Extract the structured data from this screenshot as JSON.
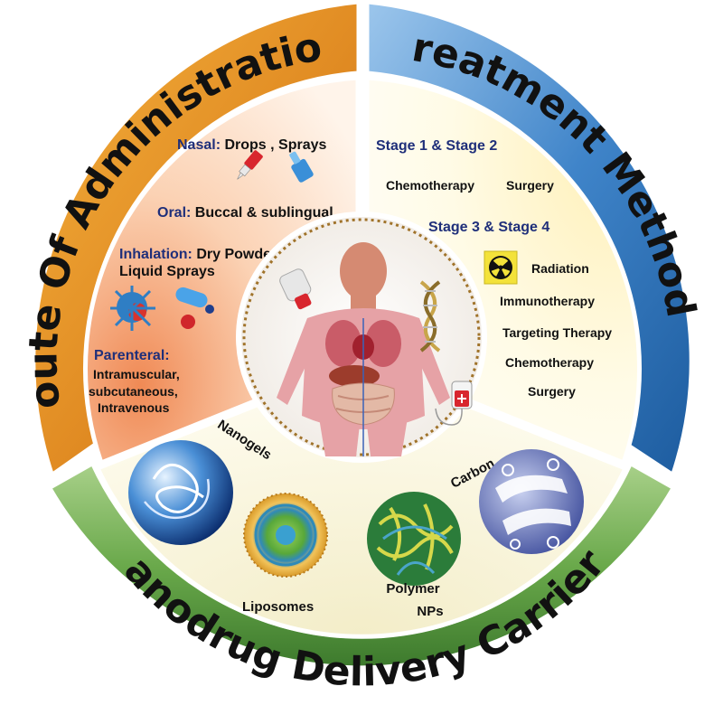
{
  "outer_ring": {
    "route": "Route Of Administration",
    "treatment": "Treatment Methods",
    "carriers": "Nanodrug Delivery Carriers"
  },
  "route_panel": {
    "nasal_head": "Nasal:",
    "nasal_rest": " Drops , Sprays",
    "oral_head": "Oral:",
    "oral_rest": " Buccal &  sublingual",
    "inhalation_head": "Inhalation:",
    "inhalation_rest": " Dry Powders",
    "inhalation_line2": "Liquid Sprays",
    "parenteral_head": "Parenteral:",
    "parenteral_line1": "Intramuscular,",
    "parenteral_line2": "subcutaneous,",
    "parenteral_line3": "Intravenous"
  },
  "treatment_panel": {
    "stage12": "Stage 1 & Stage 2",
    "chemo1": "Chemotherapy",
    "surgery1": "Surgery",
    "stage34": "Stage 3 & Stage 4",
    "radiation": "Radiation",
    "immunotherapy": "Immunotherapy",
    "targeting": "Targeting Therapy",
    "chemo2": "Chemotherapy",
    "surgery2": "Surgery"
  },
  "carriers_panel": {
    "nanogels": "Nanogels",
    "liposomes": "Liposomes",
    "carbon": "Carbon",
    "polymer_line1": "Polymer",
    "polymer_line2": "NPs"
  },
  "colors": {
    "route_ring": "#e0932a",
    "treatment_ring": "#3b7fc4",
    "carriers_ring": "#6aa74a"
  }
}
